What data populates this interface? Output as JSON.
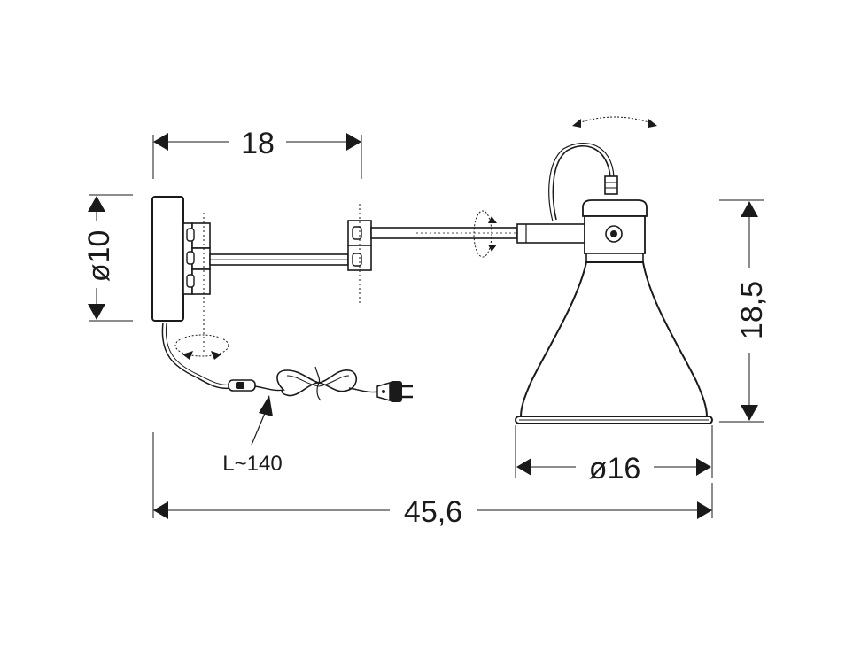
{
  "dimensions": {
    "arm_length": "18",
    "base_diameter": "ø10",
    "shade_height": "18,5",
    "shade_diameter": "ø16",
    "total_length": "45,6",
    "cable_length": "L~140"
  }
}
